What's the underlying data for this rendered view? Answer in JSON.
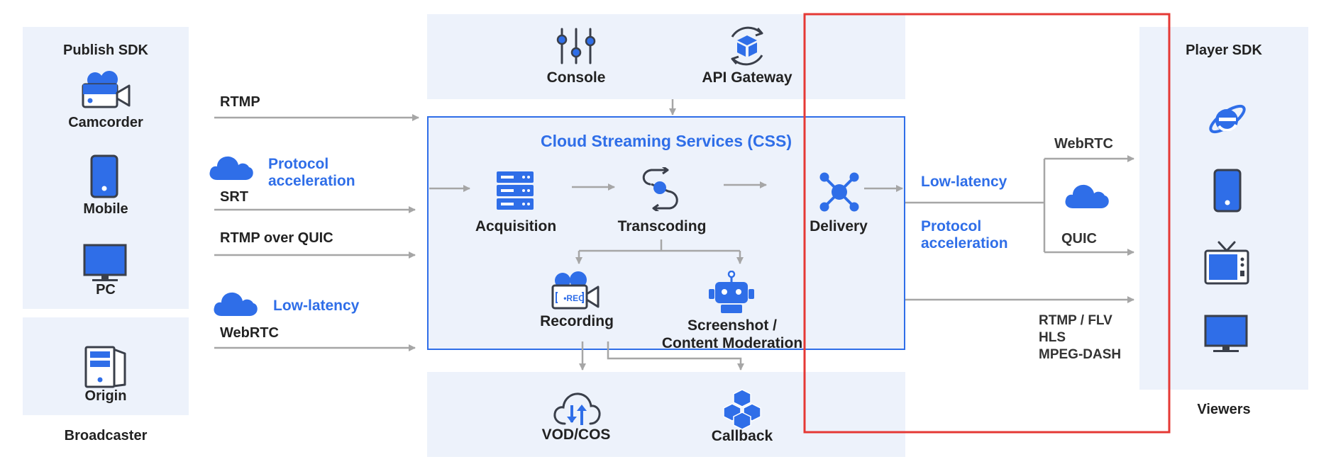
{
  "broadcaster": {
    "publish_sdk_title": "Publish SDK",
    "camcorder": "Camcorder",
    "mobile": "Mobile",
    "pc": "PC",
    "origin": "Origin",
    "caption": "Broadcaster"
  },
  "ingest": {
    "rtmp": "RTMP",
    "protocol_acceleration": "Protocol acceleration",
    "srt": "SRT",
    "rtmp_over_quic": "RTMP over QUIC",
    "low_latency": "Low-latency",
    "webrtc": "WebRTC"
  },
  "management": {
    "console": "Console",
    "api_gateway": "API Gateway"
  },
  "css": {
    "title": "Cloud Streaming Services (CSS)",
    "acquisition": "Acquisition",
    "transcoding": "Transcoding",
    "delivery": "Delivery",
    "recording": "Recording",
    "rec_badge": "•REC",
    "screenshot": "Screenshot /",
    "content_moderation": "Content Moderation"
  },
  "storage": {
    "vod_cos": "VOD/COS",
    "callback": "Callback"
  },
  "egress": {
    "low_latency": "Low-latency",
    "protocol_acceleration": "Protocol acceleration",
    "webrtc": "WebRTC",
    "quic": "QUIC",
    "formats": [
      "RTMP / FLV",
      "HLS",
      "MPEG-DASH"
    ]
  },
  "viewers": {
    "player_sdk_title": "Player SDK",
    "caption": "Viewers"
  },
  "colors": {
    "accent_blue": "#2f6ee8",
    "panel_bg": "#edf2fb",
    "highlight_red": "#e53935",
    "arrow_grey": "#a6a6a6"
  }
}
